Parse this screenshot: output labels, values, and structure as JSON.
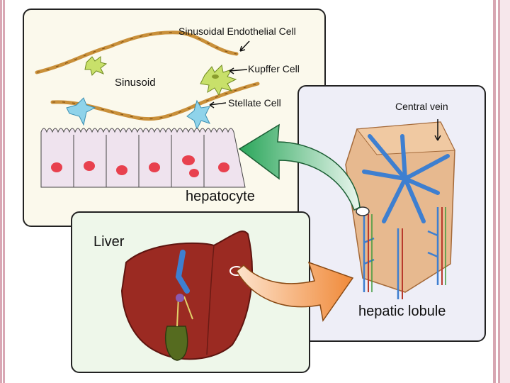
{
  "labels": {
    "endothelial": "Sinusoidal Endothelial Cell",
    "sinusoid": "Sinusoid",
    "kupffer": "Kupffer Cell",
    "stellate": "Stellate Cell",
    "hepatocyte": "hepatocyte",
    "central_vein": "Central vein",
    "hepatic_lobule": "hepatic lobule",
    "liver": "Liver"
  },
  "colors": {
    "hepatocyte_fill": "#efe3ee",
    "nucleus": "#e8414e",
    "endothelial": "#c9903a",
    "kupffer": "#c8e06a",
    "stellate": "#8fd3ea",
    "liver": "#9b2a22",
    "gallbladder": "#556b1f",
    "vein_blue": "#3e7fd0",
    "arrow_green": "#2aa65a",
    "arrow_orange": "#f08a3a"
  }
}
